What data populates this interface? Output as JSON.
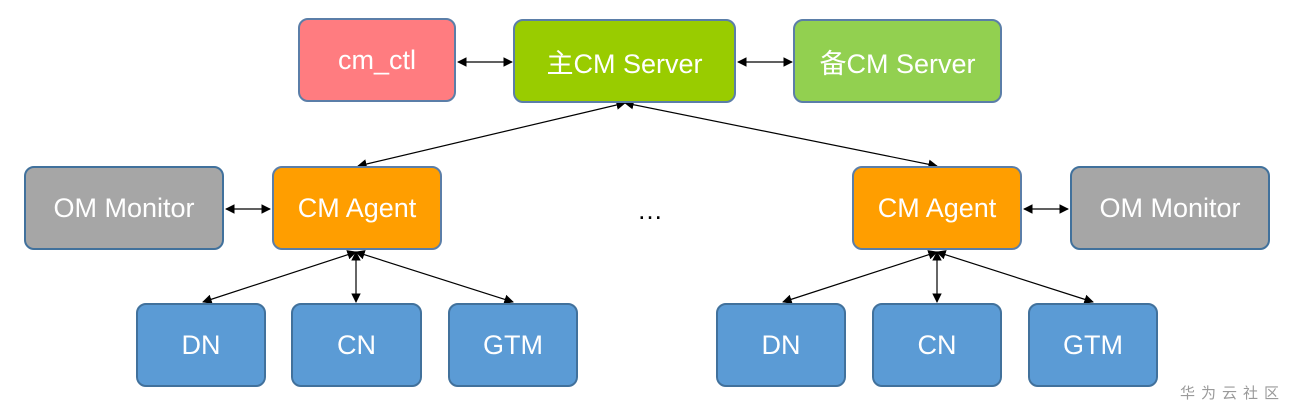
{
  "top": {
    "ctl": "cm_ctl",
    "primary_server": "主CM Server",
    "standby_server": "备CM Server"
  },
  "left_group": {
    "om_monitor": "OM Monitor",
    "agent": "CM Agent",
    "instances": [
      "DN",
      "CN",
      "GTM"
    ]
  },
  "right_group": {
    "om_monitor": "OM Monitor",
    "agent": "CM Agent",
    "instances": [
      "DN",
      "CN",
      "GTM"
    ]
  },
  "ellipsis": "…",
  "watermark": "华为云社区",
  "colors": {
    "ctl": "#ff7c80",
    "primary_server": "#99cc00",
    "standby_server": "#92d050",
    "om_monitor": "#a6a6a6",
    "agent": "#ff9e00",
    "instance": "#5b9bd5"
  }
}
